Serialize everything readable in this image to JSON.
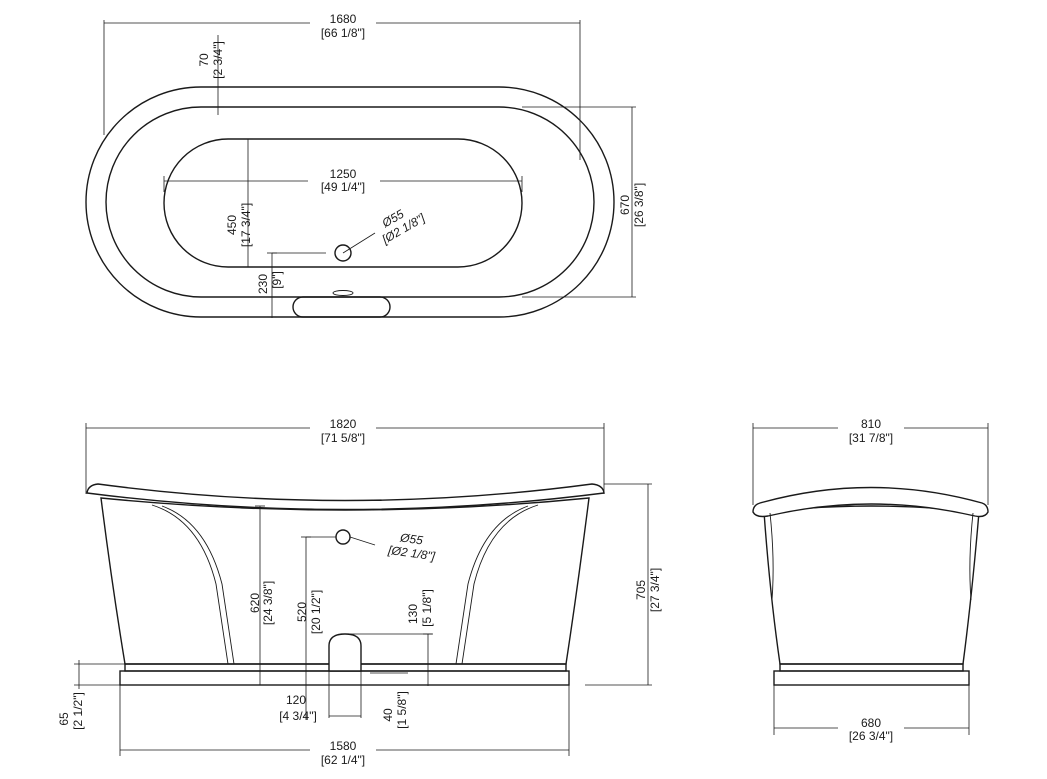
{
  "top_view": {
    "overall_length": "1680",
    "overall_length_in": "[66 1/8\"]",
    "rim_width": "70",
    "rim_width_in": "[2 3/4\"]",
    "inner_length": "1250",
    "inner_length_in": "[49 1/4\"]",
    "inner_width": "450",
    "inner_width_in": "[17 3/4\"]",
    "overall_width": "670",
    "overall_width_in": "[26 3/8\"]",
    "drain_diameter": "Ø55",
    "drain_diameter_in": "[Ø2 1/8\"]",
    "drain_offset": "230",
    "drain_offset_in": "[9\"]"
  },
  "front_view": {
    "overall_length": "1820",
    "overall_length_in": "[71 5/8\"]",
    "overflow_diameter": "Ø55",
    "overflow_diameter_in": "[Ø2 1/8\"]",
    "interior_height": "620",
    "interior_height_in": "[24 3/8\"]",
    "overflow_height": "520",
    "overflow_height_in": "[20 1/2\"]",
    "waste_height": "130",
    "waste_height_in": "[5 1/8\"]",
    "overall_height": "705",
    "overall_height_in": "[27 3/4\"]",
    "plinth_height": "65",
    "plinth_height_in": "[2 1/2\"]",
    "waste_offset": "120",
    "waste_offset_in": "[4 3/4\"]",
    "waste_width": "40",
    "waste_width_in": "[1 5/8\"]",
    "base_length": "1580",
    "base_length_in": "[62 1/4\"]"
  },
  "side_view": {
    "overall_width": "810",
    "overall_width_in": "[31 7/8\"]",
    "base_width": "680",
    "base_width_in": "[26 3/4\"]"
  }
}
